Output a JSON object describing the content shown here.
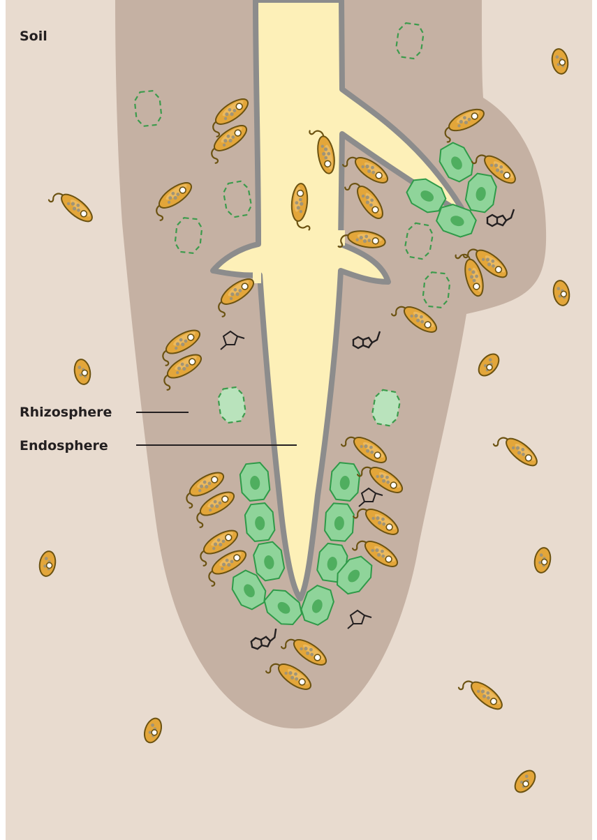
{
  "labels": {
    "soil": "Soil",
    "rhizosphere": "Rhizosphere",
    "endosphere": "Endosphere"
  },
  "colors": {
    "soil": "#e8dbcf",
    "rhizosphere": "#c5b1a3",
    "root": "#fdf0b8",
    "root_outline": "#8c8c8c",
    "plant_cell": "#8fd49a",
    "plant_cell_outline": "#2e9a48",
    "bacterium_body": "#e3a63a",
    "bacterium_outline": "#6b5211",
    "molecule": "#231f20"
  },
  "icons": {
    "bacterium": "rod-bacterium-with-flagellum",
    "free_bacterium": "oval-bacterium",
    "plant_cell": "hexagonal-border-cell",
    "lysed_cell": "dashed-cell-outline",
    "compound": "ring-molecule"
  }
}
